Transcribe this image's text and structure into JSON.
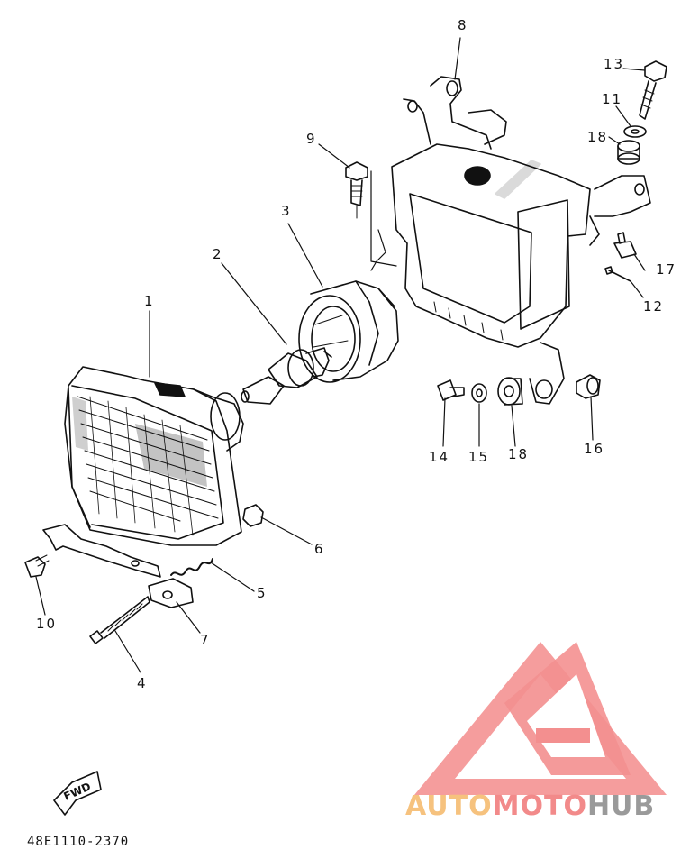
{
  "diagram": {
    "callouts": [
      {
        "id": "1",
        "text": "1"
      },
      {
        "id": "2",
        "text": "2"
      },
      {
        "id": "3",
        "text": "3"
      },
      {
        "id": "4",
        "text": "4"
      },
      {
        "id": "5",
        "text": "5"
      },
      {
        "id": "6",
        "text": "6"
      },
      {
        "id": "7",
        "text": "7"
      },
      {
        "id": "8",
        "text": "8"
      },
      {
        "id": "9",
        "text": "9"
      },
      {
        "id": "10",
        "text": "10"
      },
      {
        "id": "11",
        "text": "11"
      },
      {
        "id": "12",
        "text": "12"
      },
      {
        "id": "13",
        "text": "13"
      },
      {
        "id": "14",
        "text": "14"
      },
      {
        "id": "15",
        "text": "15"
      },
      {
        "id": "16",
        "text": "16"
      },
      {
        "id": "17",
        "text": "17"
      },
      {
        "id": "18a",
        "text": "18"
      },
      {
        "id": "18b",
        "text": "18"
      }
    ],
    "fwd_label": "FWD",
    "doc_code": "48E1110-2370"
  },
  "watermark": {
    "part1": "AUTO",
    "part2": "MOTO",
    "part3": "HUB",
    "colors": {
      "auto": "#f6c27e",
      "moto": "#f28a8a",
      "hub": "#9a9a9a",
      "logo": "#f27c7c"
    }
  }
}
